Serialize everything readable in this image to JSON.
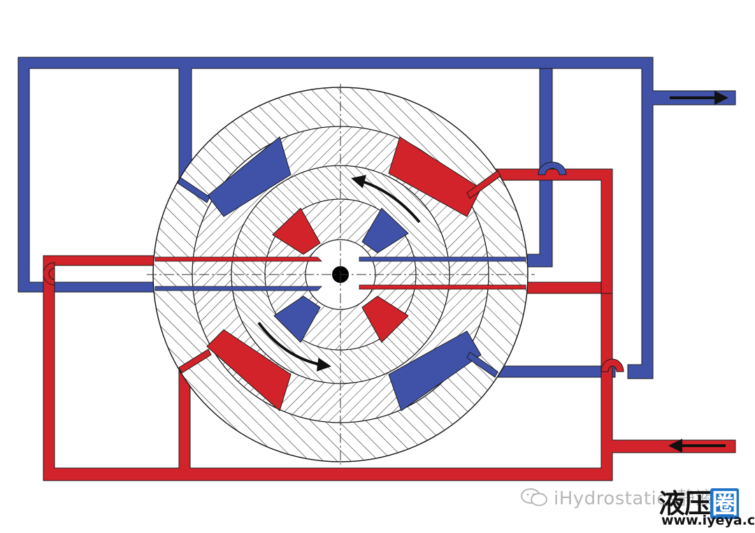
{
  "colors": {
    "blue": "#4052a8",
    "red": "#d2232a",
    "outline": "#1a1a1a",
    "hatch": "#2a2a2a",
    "brand_blue": "#1e73c8"
  },
  "icons": [
    "wechat-icon",
    "flow-arrow-icon",
    "rotation-arrow-icon",
    "shaft-center-icon"
  ],
  "watermark": {
    "text": "iHydrostatics静液压",
    "brand_cn_1": "液压",
    "brand_cn_2": "圈",
    "brand_url": "www.iyeya.cn"
  }
}
